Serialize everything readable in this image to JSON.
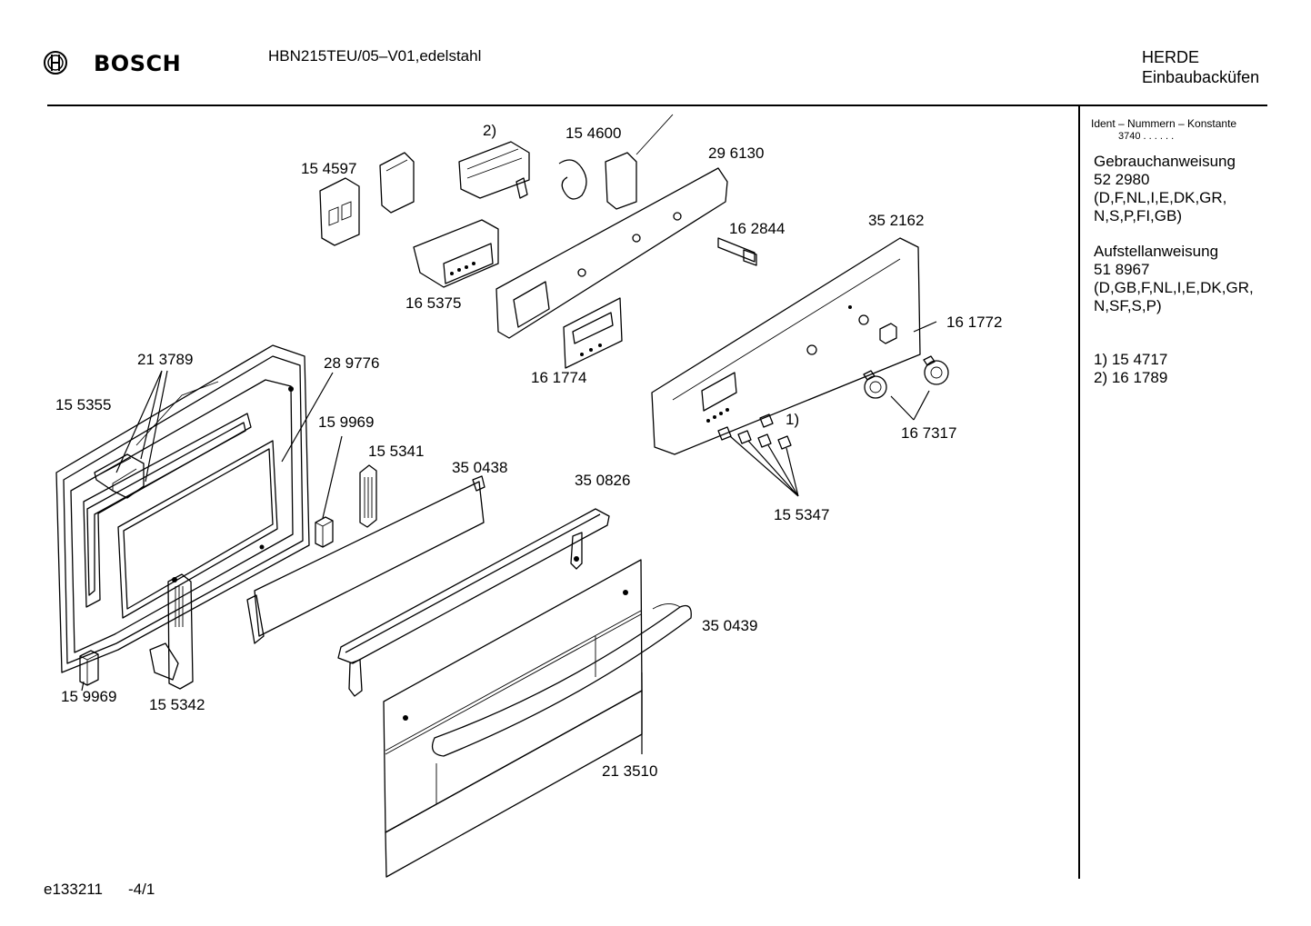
{
  "header": {
    "brand": "BOSCH",
    "model": "HBN215TEU/05–V01,edelstahl",
    "category_line1": "HERDE",
    "category_line2": "Einbaubacküfen"
  },
  "sidebar": {
    "ident_label": "Ident – Nummern – Konstante",
    "ident_value": "3740  .   .   .   .   .   .",
    "blocks": [
      {
        "title": "Gebrauchanweisung",
        "number": "52 2980",
        "langs1": "(D,F,NL,I,E,DK,GR,",
        "langs2": "N,S,P,FI,GB)"
      },
      {
        "title": "Aufstellanweisung",
        "number": "51 8967",
        "langs1": "(D,GB,F,NL,I,E,DK,GR,",
        "langs2": "N,SF,S,P)"
      }
    ],
    "notes": [
      "1)  15 4717",
      "2)  16 1789"
    ]
  },
  "diagram": {
    "parts": [
      {
        "id": "p-154597",
        "label": "15 4597"
      },
      {
        "id": "p-2",
        "label": "2)"
      },
      {
        "id": "p-154600",
        "label": "15 4600"
      },
      {
        "id": "p-296130",
        "label": "29 6130"
      },
      {
        "id": "p-162844",
        "label": "16 2844"
      },
      {
        "id": "p-352162",
        "label": "35 2162"
      },
      {
        "id": "p-165375",
        "label": "16 5375"
      },
      {
        "id": "p-161772",
        "label": "16 1772"
      },
      {
        "id": "p-161774",
        "label": "16 1774"
      },
      {
        "id": "p-213789",
        "label": "21 3789"
      },
      {
        "id": "p-289776",
        "label": "28 9776"
      },
      {
        "id": "p-155355",
        "label": "15 5355"
      },
      {
        "id": "p-159969a",
        "label": "15 9969"
      },
      {
        "id": "p-155341",
        "label": "15 5341"
      },
      {
        "id": "p-350438",
        "label": "35 0438"
      },
      {
        "id": "p-350826",
        "label": "35 0826"
      },
      {
        "id": "p-1",
        "label": "1)"
      },
      {
        "id": "p-167317",
        "label": "16 7317"
      },
      {
        "id": "p-155347",
        "label": "15 5347"
      },
      {
        "id": "p-350439",
        "label": "35 0439"
      },
      {
        "id": "p-159969b",
        "label": "15 9969"
      },
      {
        "id": "p-155342",
        "label": "15 5342"
      },
      {
        "id": "p-213510",
        "label": "21 3510"
      }
    ]
  },
  "footer": {
    "doc_id": "e133211",
    "page": "-4/1"
  }
}
